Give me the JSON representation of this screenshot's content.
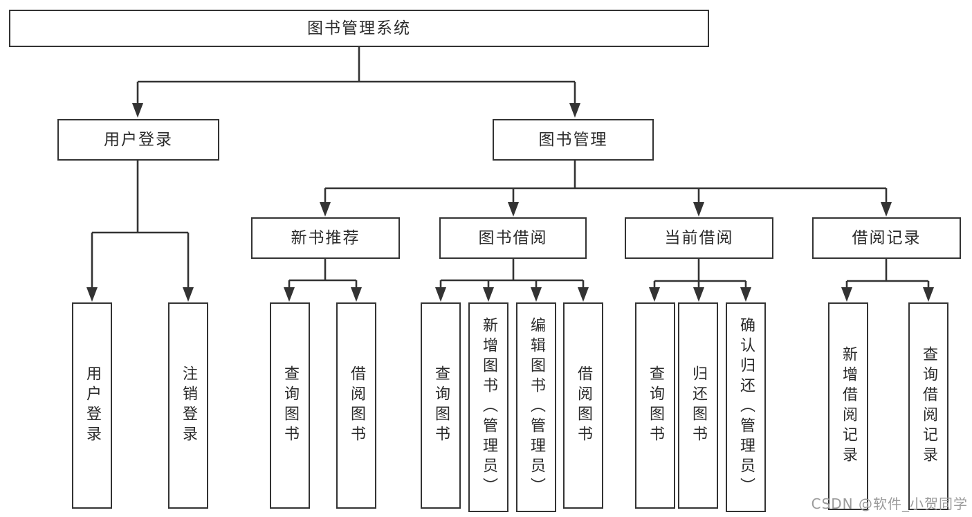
{
  "colors": {
    "background": "#ffffff",
    "line": "#333333",
    "box_border": "#333333",
    "text": "#2b2b2b",
    "watermark_text": "#9b9b9b"
  },
  "watermark": {
    "text": "CSDN @软件_小贺同学"
  },
  "diagram": {
    "type": "hierarchy-tree",
    "root": {
      "label": "图书管理系统"
    },
    "branches": [
      {
        "label": "用户登录",
        "children": [
          "用户登录",
          "注销登录"
        ]
      },
      {
        "label": "图书管理",
        "sections": [
          {
            "label": "新书推荐",
            "children": [
              "查询图书",
              "借阅图书"
            ]
          },
          {
            "label": "图书借阅",
            "children": [
              "查询图书",
              "新增图书（管理员）",
              "编辑图书（管理员）",
              "借阅图书"
            ]
          },
          {
            "label": "当前借阅",
            "children": [
              "查询图书",
              "归还图书",
              "确认归还（管理员）"
            ]
          },
          {
            "label": "借阅记录",
            "children": [
              "新增借阅记录",
              "查询借阅记录"
            ]
          }
        ]
      }
    ]
  }
}
